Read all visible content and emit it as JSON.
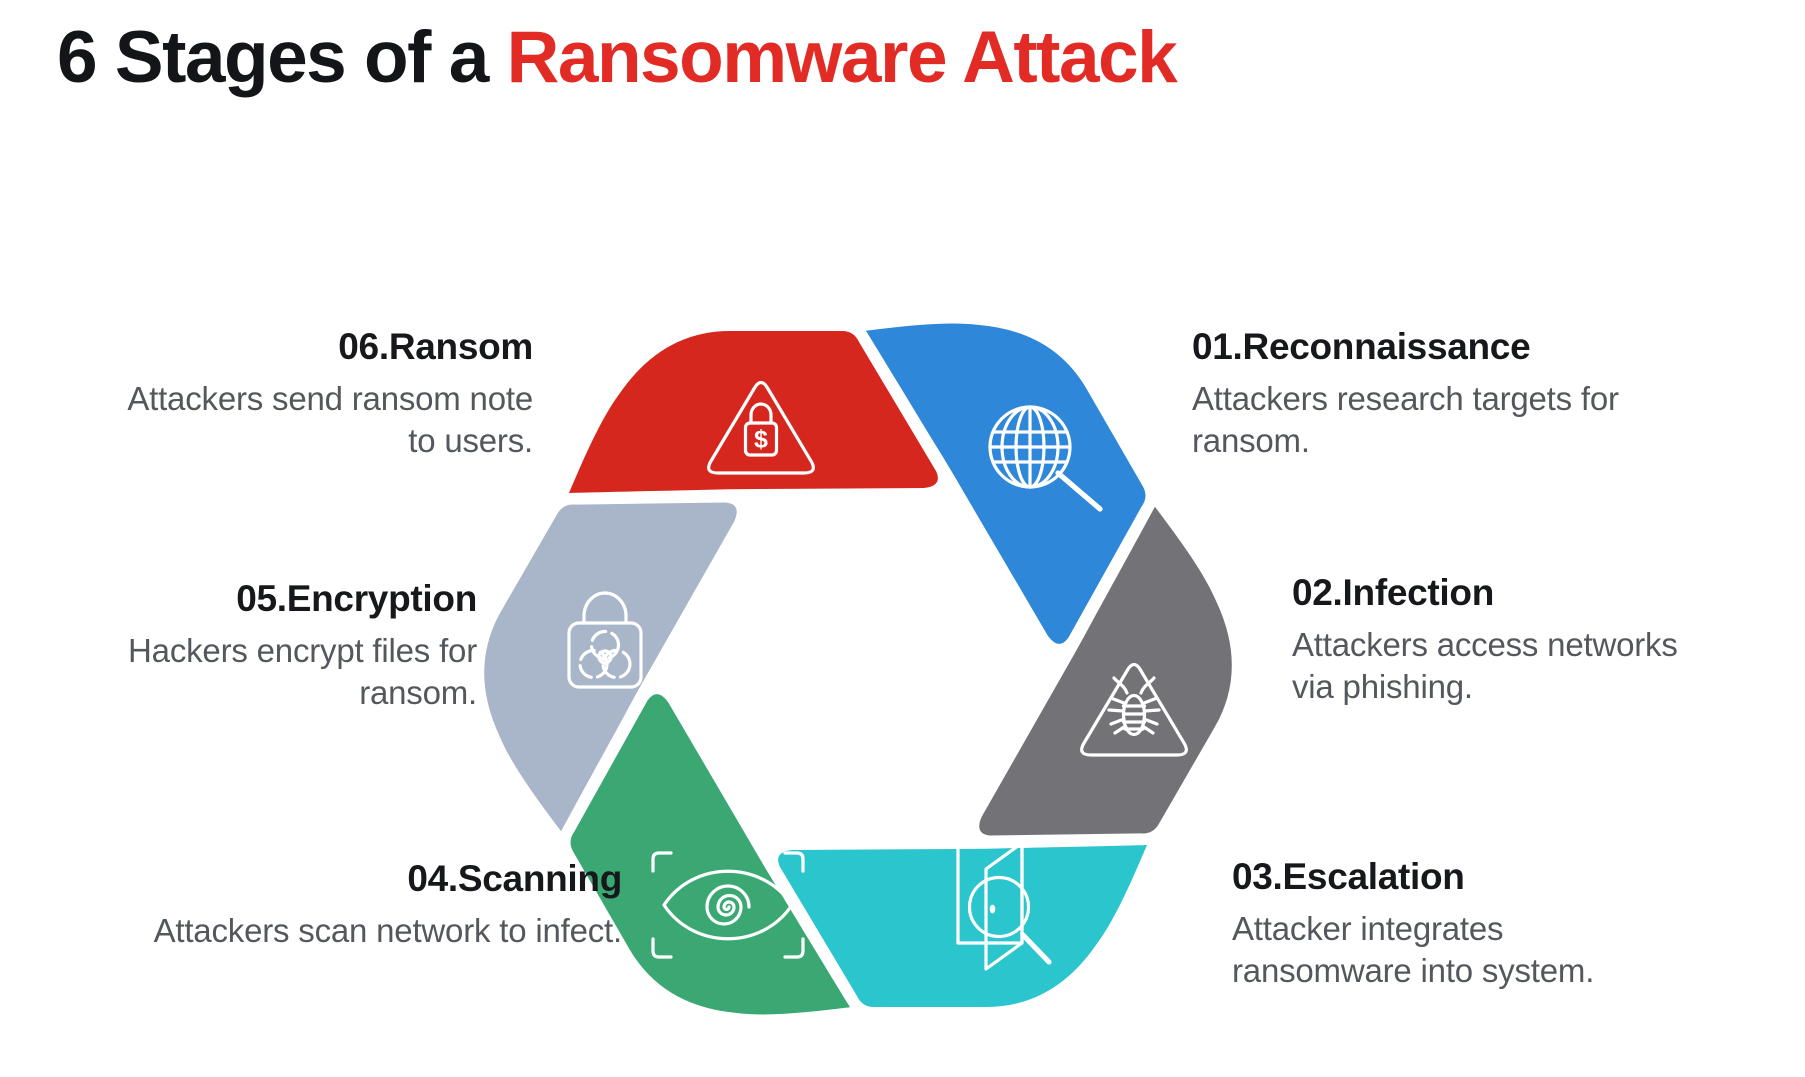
{
  "title": {
    "prefix": "6 Stages of a",
    "highlight": "Ransomware Attack"
  },
  "colors": {
    "title_black": "#131518",
    "title_red": "#e12b24",
    "description_gray": "#54585d",
    "icon_line_white": "#ffffff",
    "background": "#ffffff"
  },
  "stages": [
    {
      "number": "01",
      "label": "01.Reconnaissance",
      "description": "Attackers research targets for\nransom.",
      "color": "#2e87d8",
      "icon": "globe-magnifier-icon"
    },
    {
      "number": "02",
      "label": "02.Infection",
      "description": "Attackers access networks\nvia phishing.",
      "color": "#737277",
      "icon": "bug-warning-triangle-icon"
    },
    {
      "number": "03",
      "label": "03.Escalation",
      "description": "Attacker integrates\nransomware into system.",
      "color": "#2bc5cd",
      "icon": "open-door-magnifier-icon"
    },
    {
      "number": "04",
      "label": "04.Scanning",
      "description": "Attackers scan network to infect.",
      "color": "#3ba873",
      "icon": "eye-fingerprint-scan-icon"
    },
    {
      "number": "05",
      "label": "05.Encryption",
      "description": "Hackers encrypt files for\nransom.",
      "color": "#a9b5c8",
      "icon": "biohazard-padlock-icon"
    },
    {
      "number": "06",
      "label": "06.Ransom",
      "description": "Attackers send ransom note\nto users.",
      "color": "#d6271e",
      "icon": "dollar-padlock-warning-icon"
    }
  ],
  "icon_glyphs": {
    "dollar": "$"
  }
}
